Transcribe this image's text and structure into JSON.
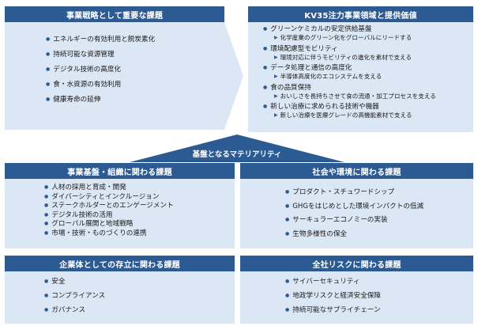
{
  "top_left": {
    "title": "事業戦略として重要な課題",
    "items": [
      "エネルギーの有効利用と脱炭素化",
      "持続可能な資源管理",
      "デジタル技術の高度化",
      "食・水資源の有効利用",
      "健康寿命の延伸"
    ]
  },
  "top_right": {
    "title": "KV35注力事業領域と提供価値",
    "items": [
      {
        "main": "グリーンケミカルの安定供給基盤",
        "sub": "化学産業のグリーン化をグローバルにリードする"
      },
      {
        "main": "環境配慮型モビリティ",
        "sub": "環境対応に伴うモビリティの進化を素材で支える"
      },
      {
        "main": "データ処理と通信の高度化",
        "sub": "半導体高度化のエコシステムを支える"
      },
      {
        "main": "食の品質保持",
        "sub": "おいしさを長持ちさせて食の流通・加工プロセスを支える"
      },
      {
        "main": "新しい治療に求められる技術や機器",
        "sub": "新しい治療を医療グレードの高機能素材で支える"
      }
    ]
  },
  "materiality": {
    "title": "基盤となるマテリアリティ"
  },
  "mid_left": {
    "title": "事業基盤・組織に関わる課題",
    "items": [
      "人材の採用と育成・開発",
      "ダイバーシティとインクルージョン",
      "ステークホルダーとのエンゲージメント",
      "デジタル技術の活用",
      "グローバル展開と地域戦略",
      "市場・技術・ものづくりの連携"
    ]
  },
  "mid_right": {
    "title": "社会や環境に関わる課題",
    "items": [
      "プロダクト・スチュワードシップ",
      "GHGをはじめとした環境インパクトの低減",
      "サーキュラーエコノミーの実装",
      "生物多様性の保全"
    ]
  },
  "bottom_left": {
    "title": "企業体としての存立に関わる課題",
    "items": [
      "安全",
      "コンプライアンス",
      "ガバナンス"
    ]
  },
  "bottom_right": {
    "title": "全社リスクに関わる課題",
    "items": [
      "サイバーセキュリティ",
      "地政学リスクと経済安全保障",
      "持続可能なサプライチェーン"
    ]
  },
  "colors": {
    "header": "#2c5a92",
    "panel": "#dbe7f4",
    "bullet": "#2c5a92"
  }
}
